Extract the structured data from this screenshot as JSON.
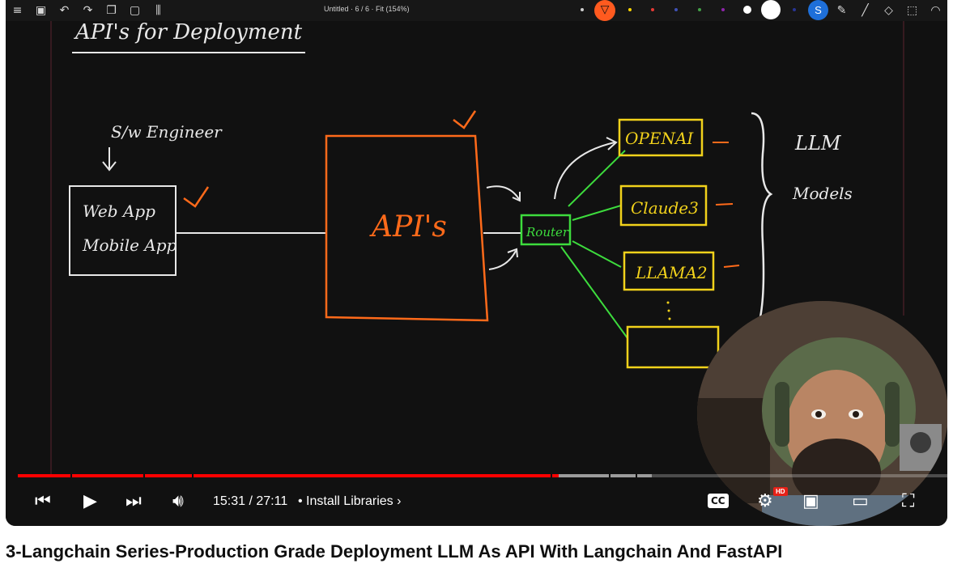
{
  "app": {
    "doc_title": "Untitled · 6 / 6 · Fit (154%)"
  },
  "toolbar": {
    "left_icons": [
      "menu-icon",
      "save-icon",
      "undo-icon",
      "redo-icon",
      "copy-icon",
      "file-icon",
      "sliders-icon"
    ],
    "right_icons": [
      "user-avatar-icon",
      "ruler-icon",
      "pen-icon",
      "eraser-icon",
      "select-icon",
      "visibility-icon"
    ],
    "colors": [
      "#ff5722",
      "#ffeb3b",
      "#ef5350",
      "#3f51b5",
      "#4caf50",
      "#9c27b0",
      "#ffffff",
      "#ffffff"
    ]
  },
  "whiteboard": {
    "heading": "API's for Deployment",
    "user_label": "S/w Engineer",
    "client_lines": [
      "Web App",
      "Mobile App"
    ],
    "api_label": "API's",
    "router_label": "Router",
    "models": [
      "OPENAI",
      "Claude3",
      "LLAMA2",
      ""
    ],
    "side_label_1": "LLM",
    "side_label_2": "Models",
    "colors": {
      "white": "#e8e8e8",
      "orange": "#ff6a1a",
      "green": "#3ddc3d",
      "yellow": "#f2d21b"
    }
  },
  "player": {
    "progress_played": 0.58,
    "progress_buffered": 0.68,
    "time": "15:31 / 27:11",
    "chapter": "Install Libraries",
    "buttons": [
      "previous",
      "play",
      "next",
      "volume",
      "captions",
      "settings",
      "miniplayer",
      "theater",
      "fullscreen"
    ],
    "settings_badge": "HD"
  },
  "video": {
    "title": "3-Langchain Series-Production Grade Deployment LLM As API With Langchain And FastAPI"
  }
}
